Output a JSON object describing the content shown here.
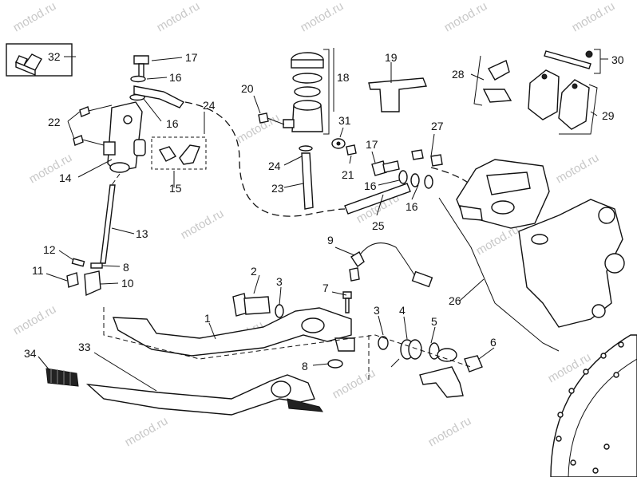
{
  "watermark": "motod.ru",
  "callouts": {
    "c1": "1",
    "c2": "2",
    "c3a": "3",
    "c3b": "3",
    "c4": "4",
    "c5": "5",
    "c6": "6",
    "c7": "7",
    "c8a": "8",
    "c8b": "8",
    "c9": "9",
    "c10": "10",
    "c11": "11",
    "c12": "12",
    "c13": "13",
    "c14": "14",
    "c15": "15",
    "c16a": "16",
    "c16b": "16",
    "c16c": "16",
    "c16d": "16",
    "c17a": "17",
    "c17b": "17",
    "c18": "18",
    "c19": "19",
    "c20": "20",
    "c21": "21",
    "c22": "22",
    "c23": "23",
    "c24a": "24",
    "c24b": "24",
    "c25": "25",
    "c26": "26",
    "c27": "27",
    "c28": "28",
    "c29": "29",
    "c30": "30",
    "c31": "31",
    "c32": "32",
    "c33": "33",
    "c34": "34"
  }
}
